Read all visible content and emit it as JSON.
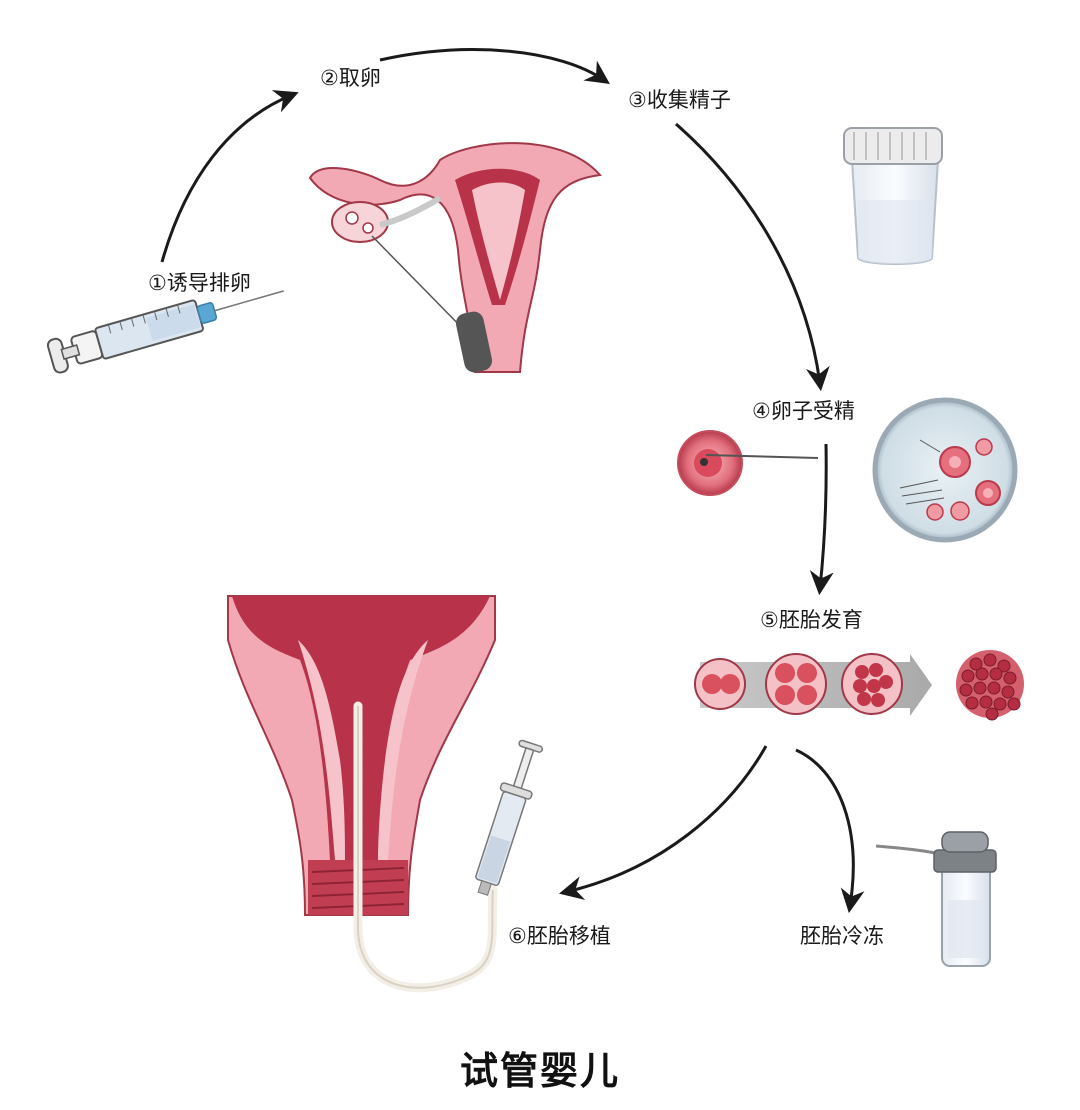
{
  "steps": {
    "s1": "①诱导排卵",
    "s2": "②取卵",
    "s3": "③收集精子",
    "s4": "④卵子受精",
    "s5": "⑤胚胎发育",
    "s6": "⑥胚胎移植",
    "freeze": "胚胎冷冻"
  },
  "title": "试管婴儿",
  "icons": [
    "syringe-icon",
    "uterus-icon",
    "sperm-cup-icon",
    "egg-icon",
    "petri-dish-icon",
    "embryo-stages-icon",
    "blastocyst-icon",
    "transfer-syringe-icon",
    "cryo-tube-icon"
  ],
  "colors": {
    "tissue_pink": "#f2a9b4",
    "tissue_dark": "#a3283c",
    "arrow": "#1a1a1a"
  }
}
